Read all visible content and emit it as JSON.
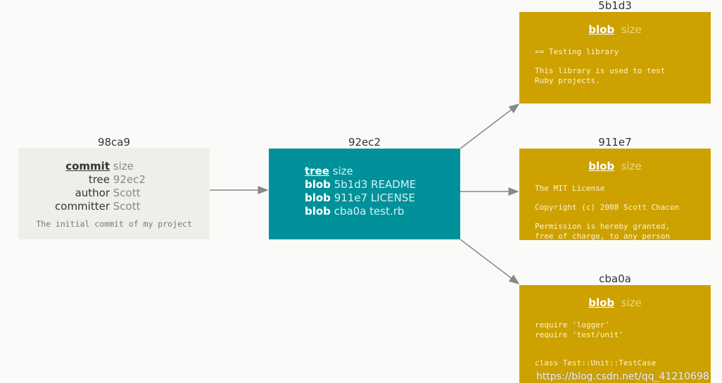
{
  "commit": {
    "id": "98ca9",
    "rows": [
      {
        "key": "commit",
        "value": "size"
      },
      {
        "key": "tree",
        "value": "92ec2"
      },
      {
        "key": "author",
        "value": "Scott"
      },
      {
        "key": "committer",
        "value": "Scott"
      }
    ],
    "message": "The initial commit of my project"
  },
  "tree": {
    "id": "92ec2",
    "header": {
      "key": "tree",
      "value": "size"
    },
    "rows": [
      {
        "key": "blob",
        "value": "5b1d3 README"
      },
      {
        "key": "blob",
        "value": "911e7 LICENSE"
      },
      {
        "key": "blob",
        "value": "cba0a test.rb"
      }
    ]
  },
  "blobs": [
    {
      "id": "5b1d3",
      "key": "blob",
      "value": "size",
      "content": "== Testing library\n\nThis library is used to test\nRuby projects."
    },
    {
      "id": "911e7",
      "key": "blob",
      "value": "size",
      "content": "The MIT License\n\nCopyright (c) 2008 Scott Chacon\n\nPermission is hereby granted,\nfree of charge, to any person"
    },
    {
      "id": "cba0a",
      "key": "blob",
      "value": "size",
      "content": "require 'logger'\nrequire 'test/unit'\n\n\nclass Test::Unit::TestCase"
    }
  ],
  "watermark": "https://blog.csdn.net/qq_41210698",
  "colors": {
    "commit": "#efeeea",
    "tree": "#00919a",
    "blob": "#cda100",
    "arrow": "#888888"
  }
}
